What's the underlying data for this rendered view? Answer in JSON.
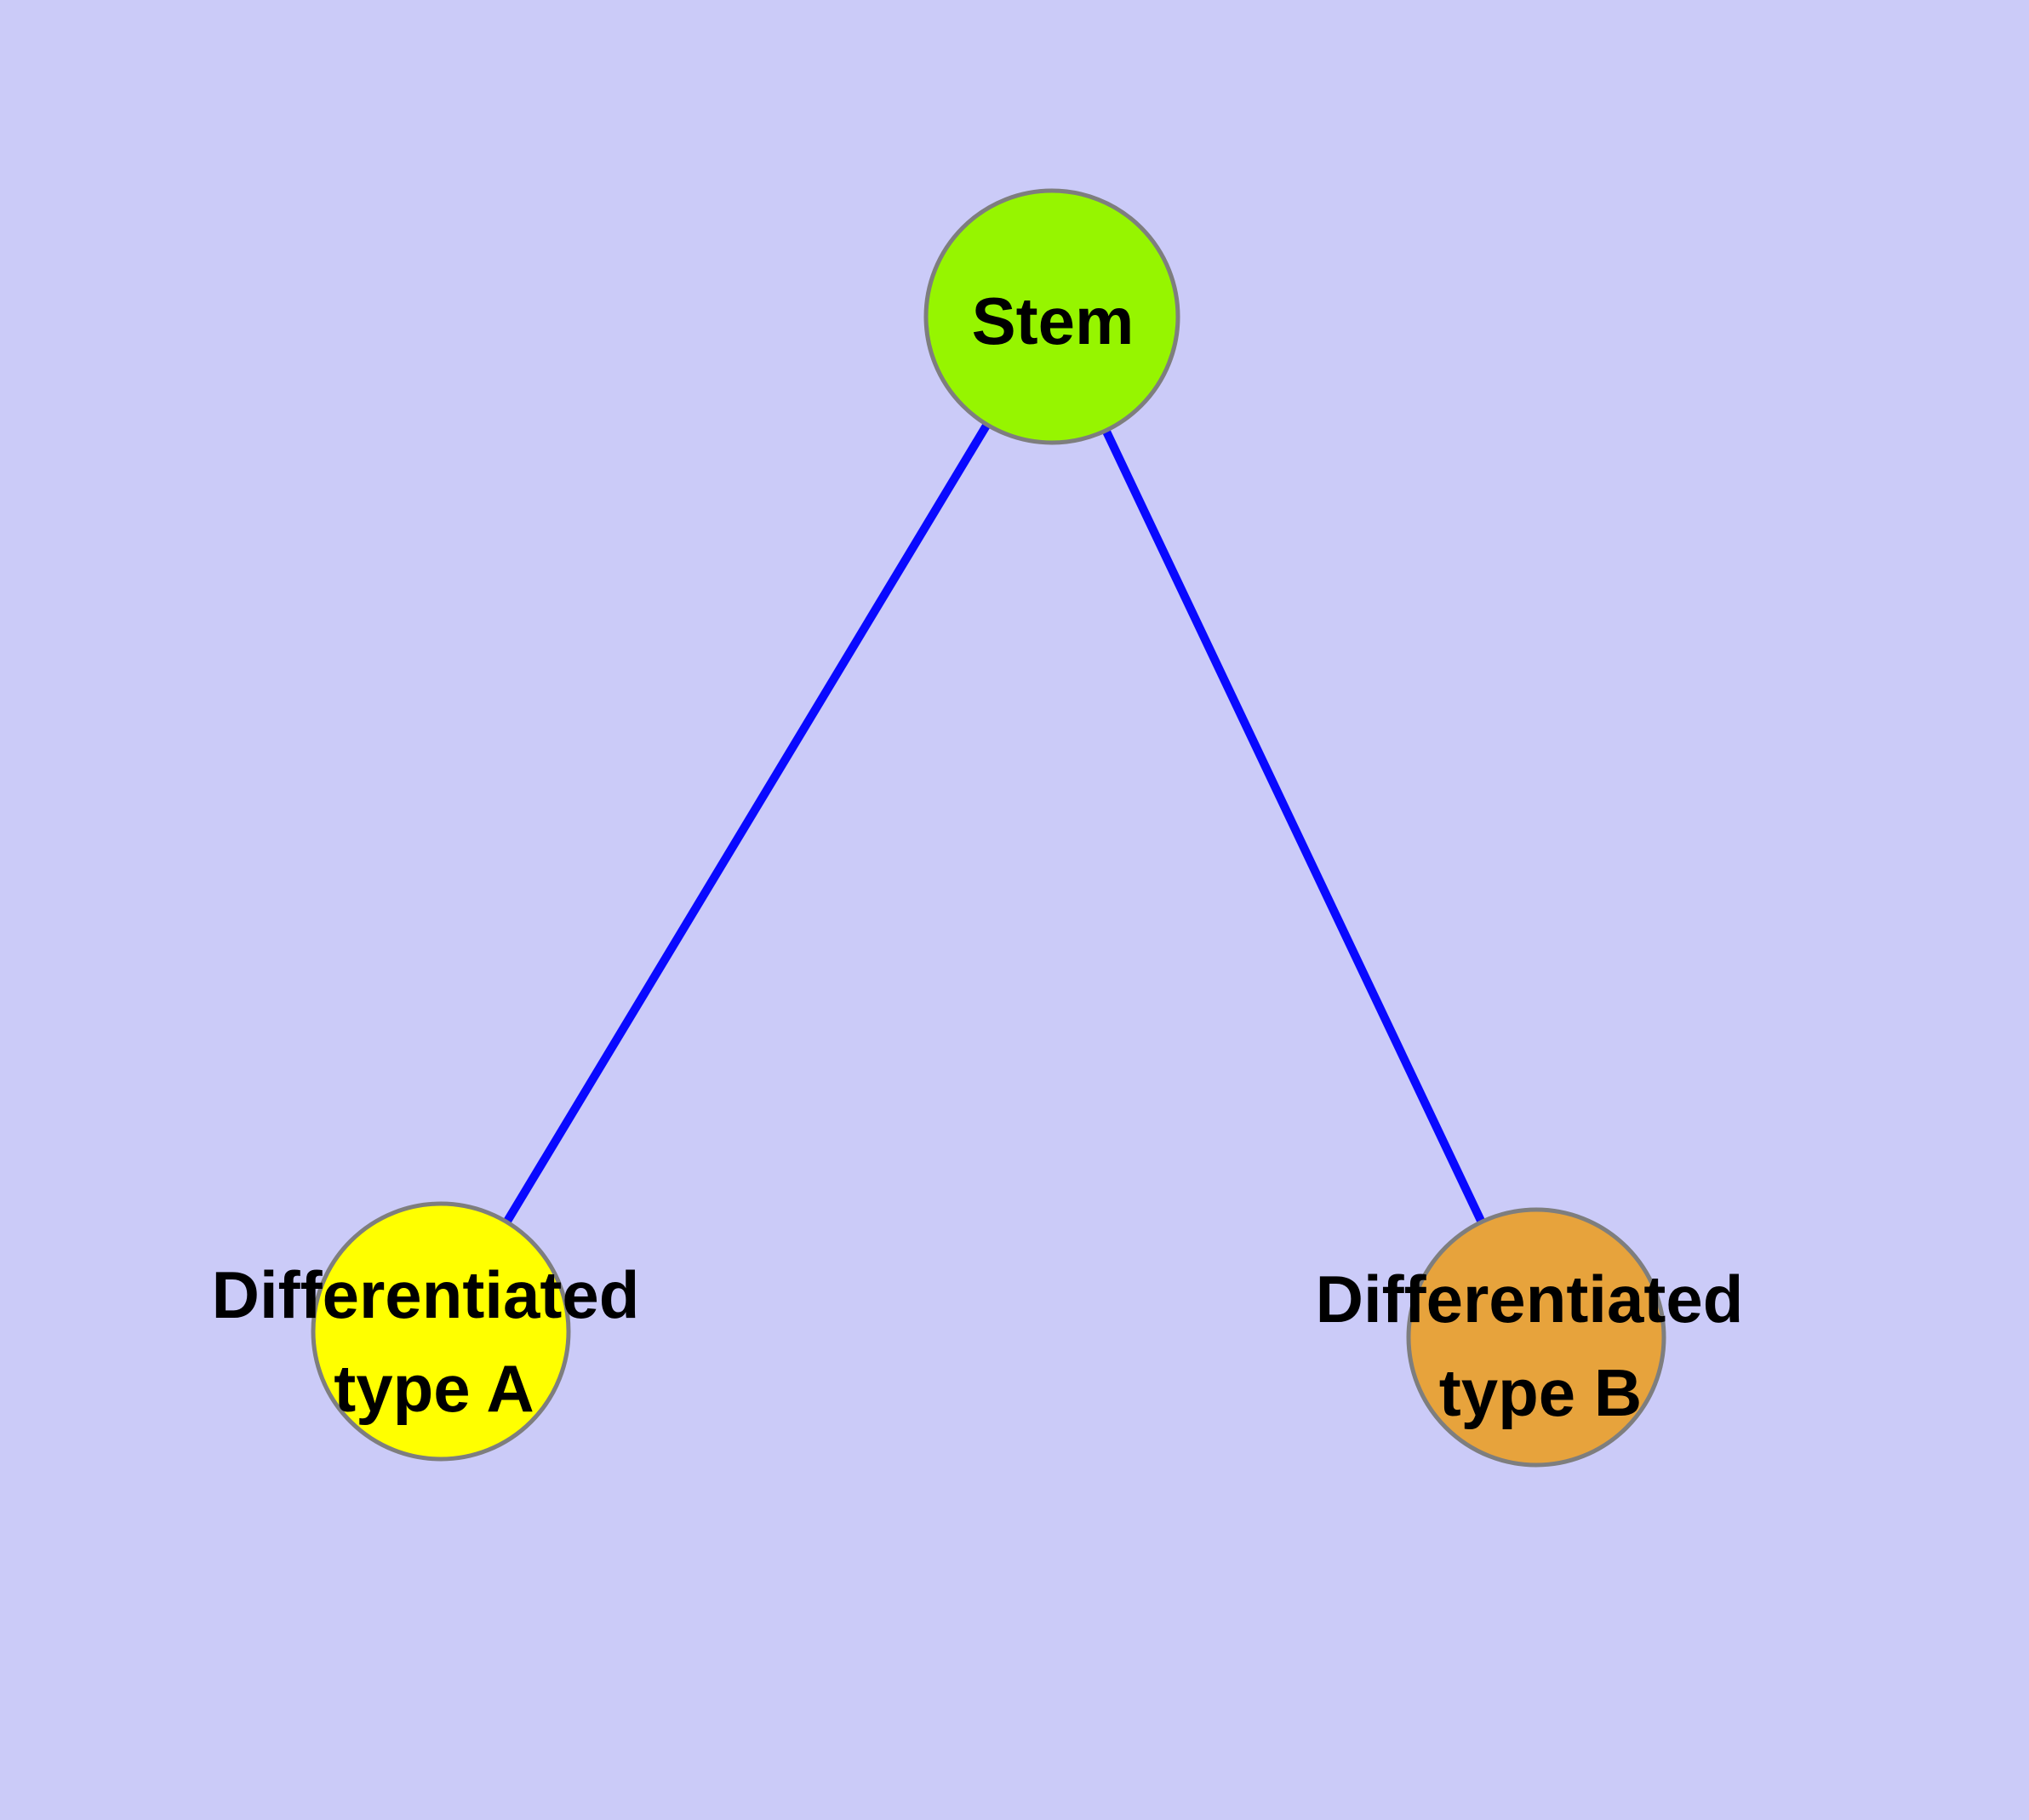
{
  "diagram": {
    "background_color": "#cbcbf8",
    "edge_color": "#0909ff",
    "node_border_color": "#7e7e7e",
    "label_color": "#000000",
    "nodes": {
      "stem": {
        "label": "Stem",
        "color": "#96f500"
      },
      "type_a": {
        "label_line1": "Differentiated",
        "label_line2": "type A",
        "label_full": "Differentiated type A",
        "color": "#ffff00"
      },
      "type_b": {
        "label_line1": "Differentiated",
        "label_line2": "type B",
        "label_full": "Differentiated type B",
        "color": "#e7a33c"
      }
    },
    "edges": [
      {
        "from": "Stem",
        "to": "Differentiated type A"
      },
      {
        "from": "Stem",
        "to": "Differentiated type B"
      }
    ]
  }
}
